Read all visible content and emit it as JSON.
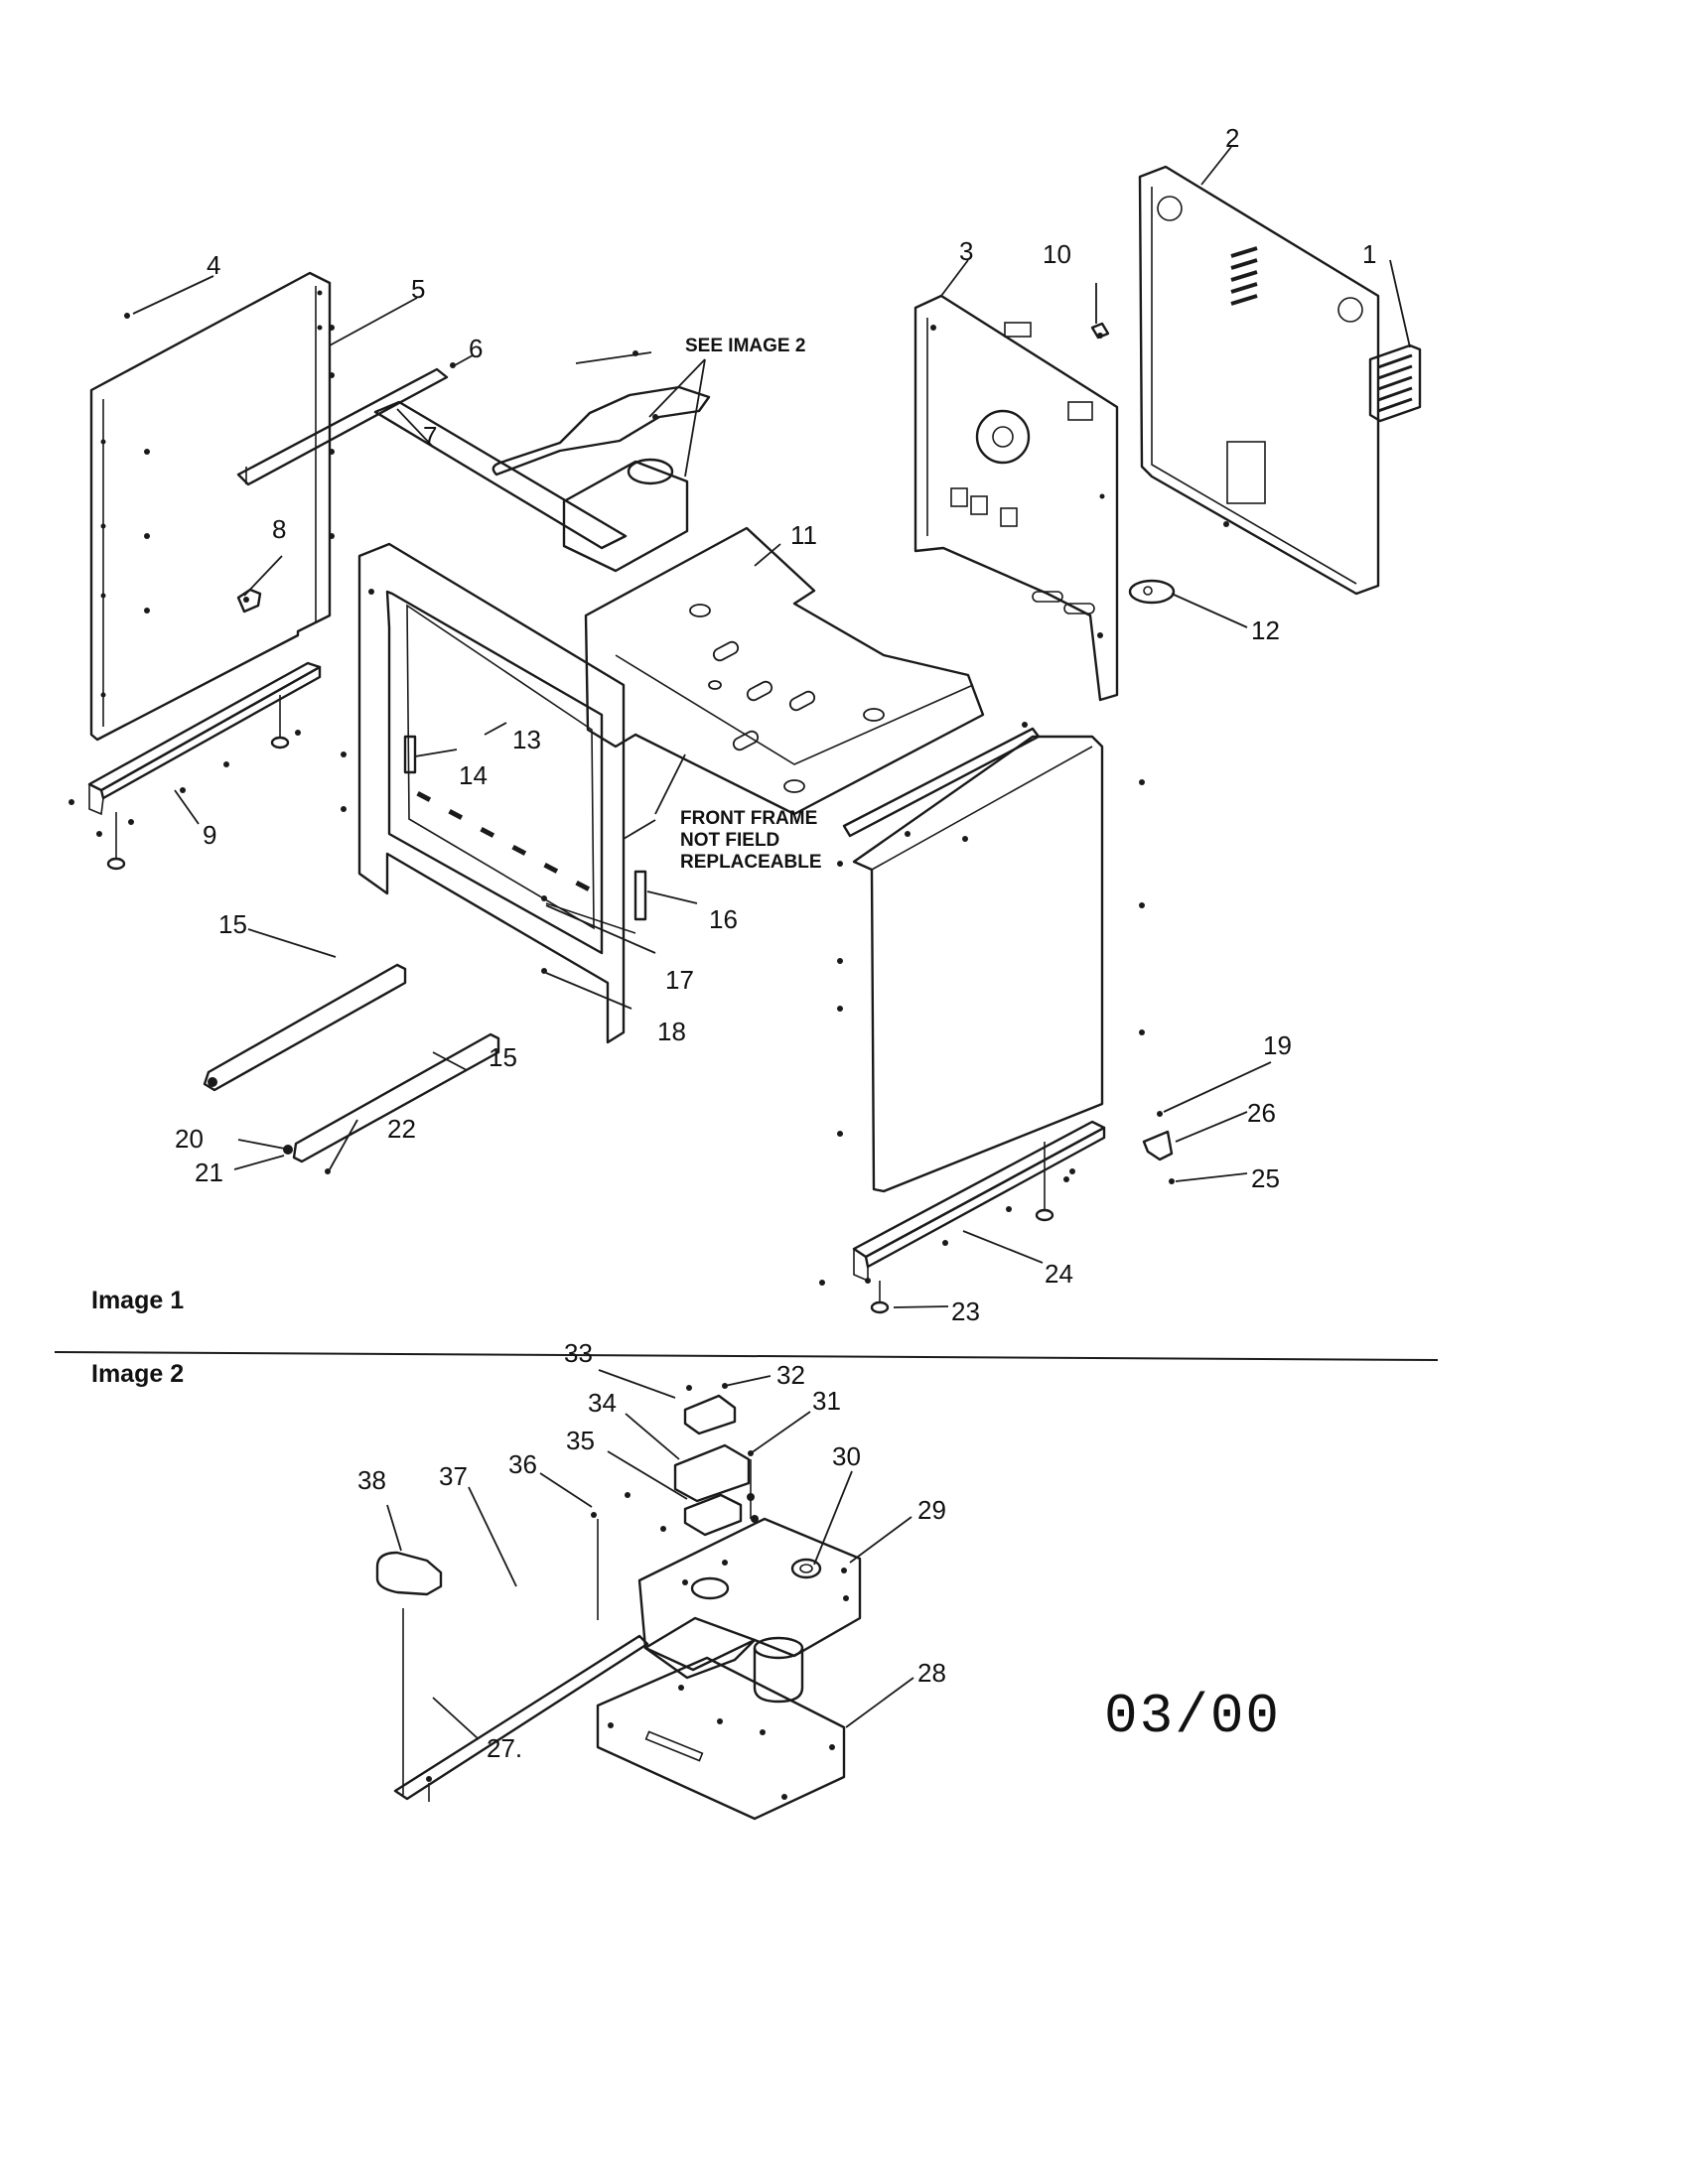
{
  "diagram": {
    "image1_label": "Image 1",
    "image2_label": "Image 2",
    "see_image_note": "SEE IMAGE 2",
    "front_frame_note": [
      "FRONT FRAME",
      "NOT FIELD",
      "REPLACEABLE"
    ],
    "date_code": "03/00",
    "callouts": {
      "c1": "1",
      "c2": "2",
      "c3": "3",
      "c4": "4",
      "c5": "5",
      "c6": "6",
      "c7": "7",
      "c8": "8",
      "c9": "9",
      "c10": "10",
      "c11": "11",
      "c12": "12",
      "c13": "13",
      "c14": "14",
      "c15a": "15",
      "c15b": "15",
      "c16": "16",
      "c17": "17",
      "c18": "18",
      "c19": "19",
      "c20": "20",
      "c21": "21",
      "c22": "22",
      "c23": "23",
      "c24": "24",
      "c25": "25",
      "c26": "26",
      "c27": "27.",
      "c28": "28",
      "c29": "29",
      "c30": "30",
      "c31": "31",
      "c32": "32",
      "c33": "33",
      "c34": "34",
      "c35": "35",
      "c36": "36",
      "c37": "37",
      "c38": "38"
    }
  }
}
